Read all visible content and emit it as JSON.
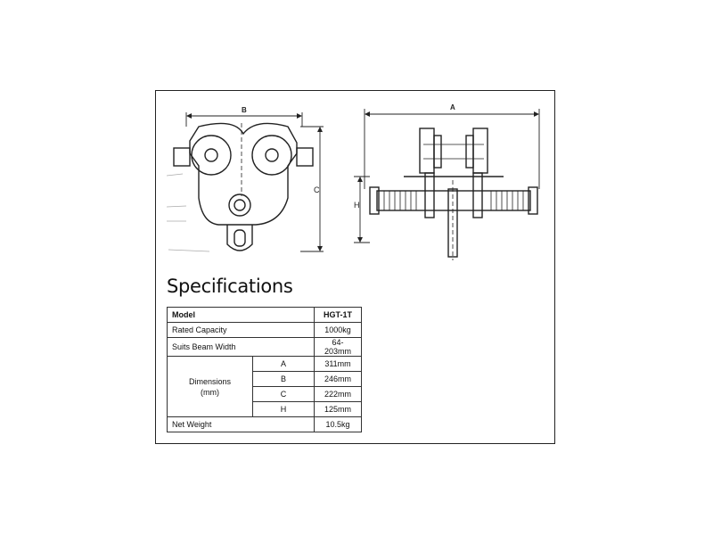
{
  "drawing": {
    "labels": {
      "A": "A",
      "B": "B",
      "C": "C",
      "H": "H"
    }
  },
  "specifications": {
    "title": "Specifications",
    "header": {
      "label": "Model",
      "value": "HGT-1T"
    },
    "rated_capacity": {
      "label": "Rated Capacity",
      "value": "1000kg"
    },
    "beam_width": {
      "label": "Suits Beam Width",
      "value": "64-203mm"
    },
    "dimensions": {
      "label_line1": "Dimensions",
      "label_line2": "(mm)",
      "rows": [
        {
          "key": "A",
          "value": "311mm"
        },
        {
          "key": "B",
          "value": "246mm"
        },
        {
          "key": "C",
          "value": "222mm"
        },
        {
          "key": "H",
          "value": "125mm"
        }
      ]
    },
    "net_weight": {
      "label": "Net Weight",
      "value": "10.5kg"
    }
  }
}
